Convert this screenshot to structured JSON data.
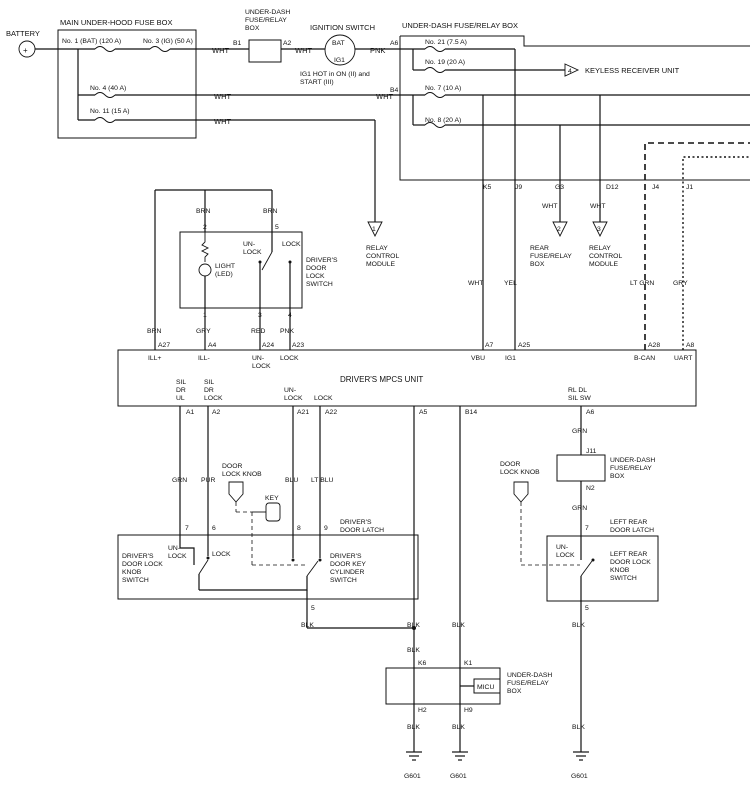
{
  "battery": {
    "label": "BATTERY",
    "symbol": "+"
  },
  "main_fuse_box": {
    "title": "MAIN UNDER-HOOD FUSE BOX",
    "fuse1": "No. 1 (BAT) (120 A)",
    "fuse3": "No. 3 (IG) (50 A)",
    "fuse4": "No. 4 (40 A)",
    "fuse11": "No. 11 (15 A)"
  },
  "dash_box_top": {
    "title_l1": "UNDER-DASH",
    "title_l2": "FUSE/RELAY",
    "title_l3": "BOX",
    "pin_b1": "B1",
    "pin_a2": "A2"
  },
  "ignition": {
    "title": "IGNITION SWITCH",
    "bat": "BAT",
    "ig1": "IG1",
    "note_l1": "IG1 HOT in ON (II) and",
    "note_l2": "START (III)"
  },
  "dash_fuse_relay": {
    "title": "UNDER-DASH FUSE/RELAY BOX",
    "a6": "A6",
    "b4": "B4",
    "fuse21": "No. 21 (7.5 A)",
    "fuse19": "No. 19 (20 A)",
    "fuse7": "No. 7 (10 A)",
    "fuse8": "No. 8 (20 A)",
    "out_pins": [
      "K5",
      "J9",
      "G3",
      "D12",
      "J4",
      "J1"
    ]
  },
  "keyless": {
    "num": "4",
    "label": "KEYLESS RECEIVER UNIT"
  },
  "refs": {
    "ref1": {
      "num": "1",
      "l1": "RELAY",
      "l2": "CONTROL",
      "l3": "MODULE"
    },
    "ref2": {
      "num": "2",
      "l1": "REAR",
      "l2": "FUSE/RELAY",
      "l3": "BOX"
    },
    "ref3": {
      "num": "3",
      "l1": "RELAY",
      "l2": "CONTROL",
      "l3": "MODULE"
    }
  },
  "wires": {
    "wht": "WHT",
    "pnk": "PNK",
    "brn": "BRN",
    "gry": "GRY",
    "red": "RED",
    "yel": "YEL",
    "ltgrn": "LT GRN",
    "grn": "GRN",
    "pur": "PUR",
    "blu": "BLU",
    "ltblu": "LT BLU",
    "blk": "BLK"
  },
  "driver_lock_switch": {
    "l1": "DRIVER'S",
    "l2": "DOOR",
    "l3": "LOCK",
    "l4": "SWITCH",
    "unlock_l1": "UN-",
    "unlock_l2": "LOCK",
    "lock": "LOCK",
    "light_l1": "LIGHT",
    "light_l2": "(LED)",
    "p1": "1",
    "p2": "2",
    "p3": "3",
    "p4": "4",
    "p5": "5"
  },
  "mpcs": {
    "title": "DRIVER'S MPCS UNIT",
    "top_pins": [
      "A27",
      "A4",
      "A24",
      "A23",
      "A7",
      "A25",
      "A28",
      "A8"
    ],
    "top_labels": {
      "ill_plus": "ILL+",
      "ill_minus": "ILL-",
      "unlock_l1": "UN-",
      "unlock_l2": "LOCK",
      "lock": "LOCK",
      "vbu": "VBU",
      "ig1": "IG1",
      "bcan": "B-CAN",
      "uart": "UART"
    },
    "bottom_labels": {
      "sil_ul_l1": "SIL",
      "sil_ul_l2": "DR",
      "sil_ul_l3": "UL",
      "sil_lock_l1": "SIL",
      "sil_lock_l2": "DR",
      "sil_lock_l3": "LOCK",
      "unlock_l1": "UN-",
      "unlock_l2": "LOCK",
      "lock": "LOCK",
      "rl_l1": "RL DL",
      "rl_l2": "SIL SW"
    },
    "bottom_pins": [
      "A1",
      "A2",
      "A21",
      "A22",
      "A5",
      "B14",
      "A6"
    ]
  },
  "driver_latch": {
    "title_l1": "DRIVER'S",
    "title_l2": "DOOR LATCH",
    "knob_l1": "DOOR",
    "knob_l2": "LOCK KNOB",
    "key": "KEY",
    "knob_sw_l1": "DRIVER'S",
    "knob_sw_l2": "DOOR LOCK",
    "knob_sw_l3": "KNOB",
    "knob_sw_l4": "SWITCH",
    "cyl_l1": "DRIVER'S",
    "cyl_l2": "DOOR KEY",
    "cyl_l3": "CYLINDER",
    "cyl_l4": "SWITCH",
    "unlock_l1": "UN-",
    "unlock_l2": "LOCK",
    "lock": "LOCK",
    "p7": "7",
    "p6": "6",
    "p8": "8",
    "p9": "9",
    "p5": "5"
  },
  "dash_box_mid": {
    "l1": "UNDER-DASH",
    "l2": "FUSE/RELAY",
    "l3": "BOX",
    "j11": "J11",
    "n2": "N2"
  },
  "rear_latch": {
    "knob_l1": "DOOR",
    "knob_l2": "LOCK KNOB",
    "title_l1": "LEFT REAR",
    "title_l2": "DOOR LATCH",
    "sw_l1": "LEFT REAR",
    "sw_l2": "DOOR LOCK",
    "sw_l3": "KNOB",
    "sw_l4": "SWITCH",
    "unlock_l1": "UN-",
    "unlock_l2": "LOCK",
    "p7": "7",
    "p5": "5"
  },
  "dash_box_bottom": {
    "l1": "UNDER-DASH",
    "l2": "FUSE/RELAY",
    "l3": "BOX",
    "micu": "MICU",
    "k6": "K6",
    "k1": "K1",
    "h2": "H2",
    "h9": "H9"
  },
  "grounds": [
    "G601",
    "G601",
    "G601"
  ]
}
